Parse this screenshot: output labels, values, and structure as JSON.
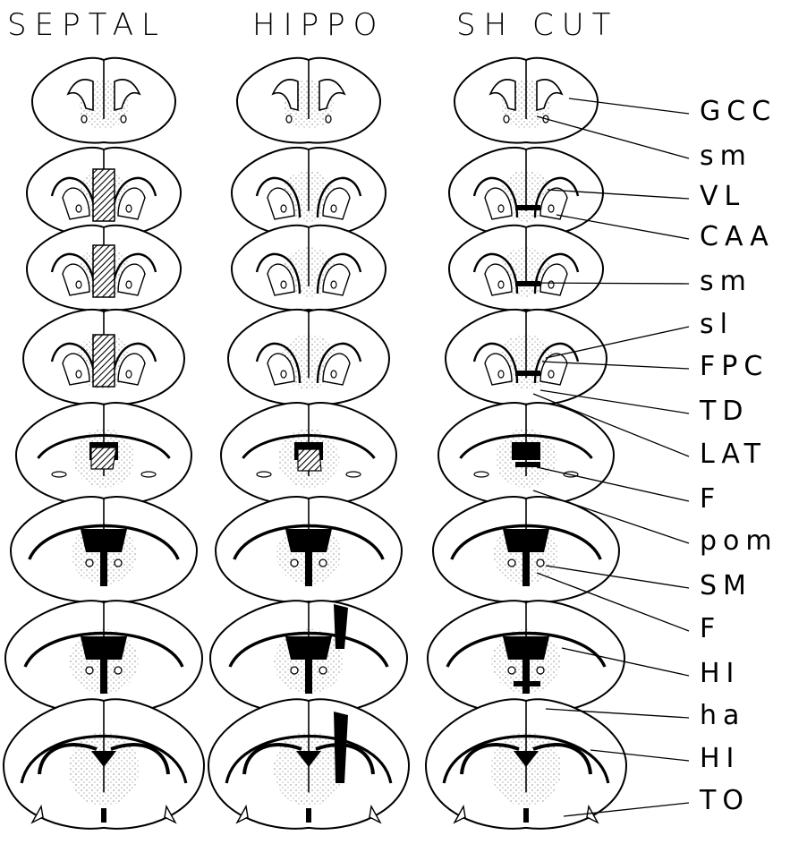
{
  "columns": [
    "SEPTAL",
    "HIPPO",
    "SH CUT"
  ],
  "labels": [
    "GCC",
    "sm",
    "VL",
    "CAA",
    "sm",
    "sl",
    "FPC",
    "TD",
    "LAT",
    "F",
    "pom",
    "SM",
    "F",
    "HI",
    "ha",
    "HI",
    "TO"
  ],
  "colors": {
    "ink": "#000000",
    "stipple": "#555555",
    "paper": "#ffffff"
  }
}
